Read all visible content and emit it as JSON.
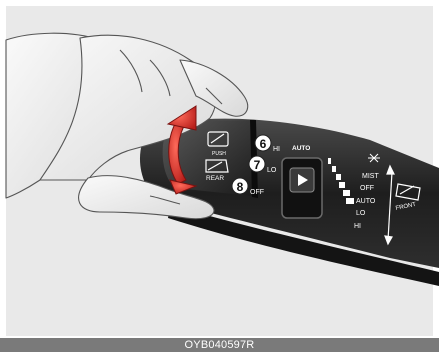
{
  "figure": {
    "caption": "OYB040597R",
    "colors": {
      "background": "#ffffff",
      "panel": "#e9e9e9",
      "stalk_dark": "#262626",
      "arrow_red": "#d8322e",
      "caption_bar": "#7a7a7a",
      "hand_skin": "#f1f1f1"
    },
    "callouts": [
      {
        "number": "6",
        "label": "HI"
      },
      {
        "number": "7",
        "label": "LO"
      },
      {
        "number": "8",
        "label": "OFF"
      }
    ],
    "rear_knob": {
      "push_label": "PUSH",
      "rear_label": "REAR"
    },
    "auto_label": "AUTO",
    "front_modes": [
      "MIST",
      "OFF",
      "AUTO",
      "LO",
      "HI"
    ],
    "front_label": "FRONT"
  }
}
